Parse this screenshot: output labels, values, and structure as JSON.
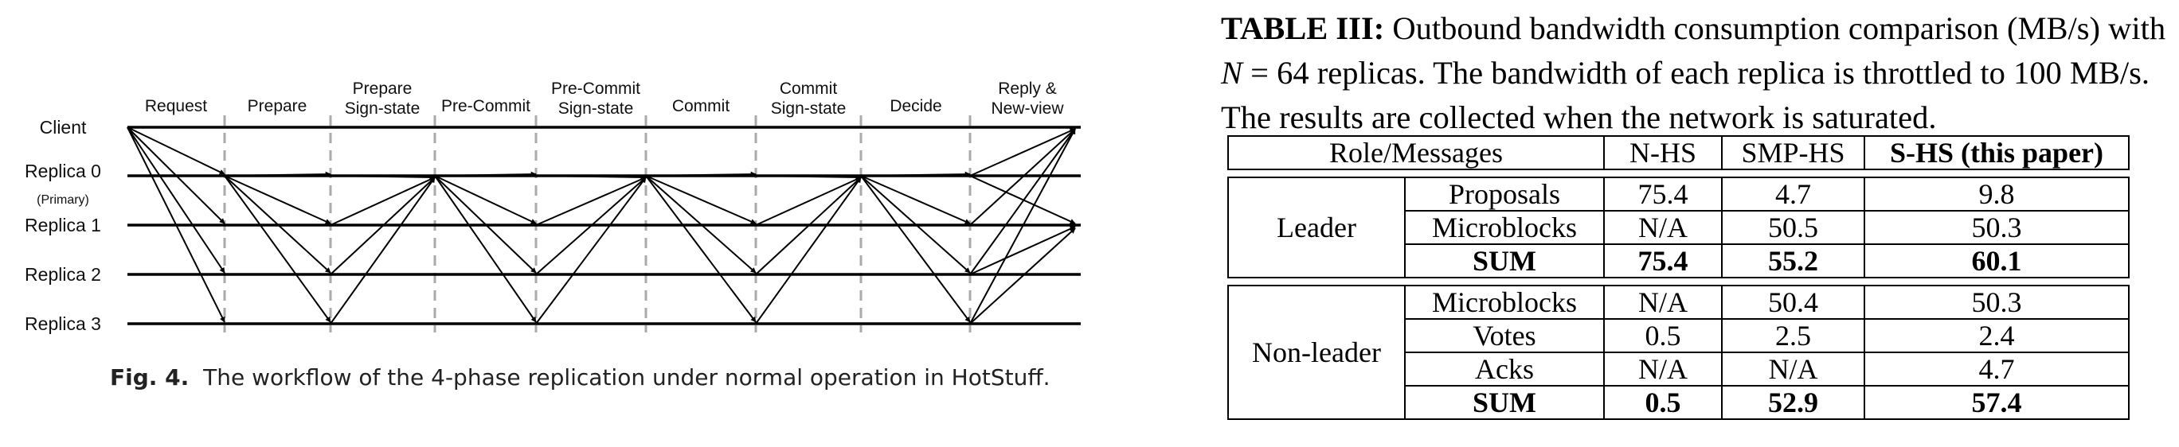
{
  "figure": {
    "phases": [
      "Request",
      "Prepare",
      "Prepare\nSign-state",
      "Pre-Commit",
      "Pre-Commit\nSign-state",
      "Commit",
      "Commit\nSign-state",
      "Decide",
      "Reply &\nNew-view"
    ],
    "rows": [
      "Client",
      "Replica 0",
      "Replica 1",
      "Replica 2",
      "Replica 3"
    ],
    "primary_note": "(Primary)",
    "caption_label": "Fig. 4.",
    "caption_text": "The workflow of the 4-phase replication under normal operation in HotStuff."
  },
  "table": {
    "caption_label": "TABLE III:",
    "caption_text_1": " Outbound bandwidth consumption comparison (MB/s) with ",
    "caption_N": "N",
    "caption_text_2": " = 64 replicas. The bandwidth of each replica is throttled to 100 MB/s. The results are collected when the network is saturated.",
    "headers": [
      "Role/Messages",
      "N-HS",
      "SMP-HS",
      "S-HS (this paper)"
    ],
    "groups": [
      {
        "role": "Leader",
        "rows": [
          {
            "msg": "Proposals",
            "v": [
              "75.4",
              "4.7",
              "9.8"
            ],
            "bold": false
          },
          {
            "msg": "Microblocks",
            "v": [
              "N/A",
              "50.5",
              "50.3"
            ],
            "bold": false
          },
          {
            "msg": "SUM",
            "v": [
              "75.4",
              "55.2",
              "60.1"
            ],
            "bold": true
          }
        ]
      },
      {
        "role": "Non-leader",
        "rows": [
          {
            "msg": "Microblocks",
            "v": [
              "N/A",
              "50.4",
              "50.3"
            ],
            "bold": false
          },
          {
            "msg": "Votes",
            "v": [
              "0.5",
              "2.5",
              "2.4"
            ],
            "bold": false
          },
          {
            "msg": "Acks",
            "v": [
              "N/A",
              "N/A",
              "4.7"
            ],
            "bold": false
          },
          {
            "msg": "SUM",
            "v": [
              "0.5",
              "52.9",
              "57.4"
            ],
            "bold": true
          }
        ]
      }
    ]
  }
}
